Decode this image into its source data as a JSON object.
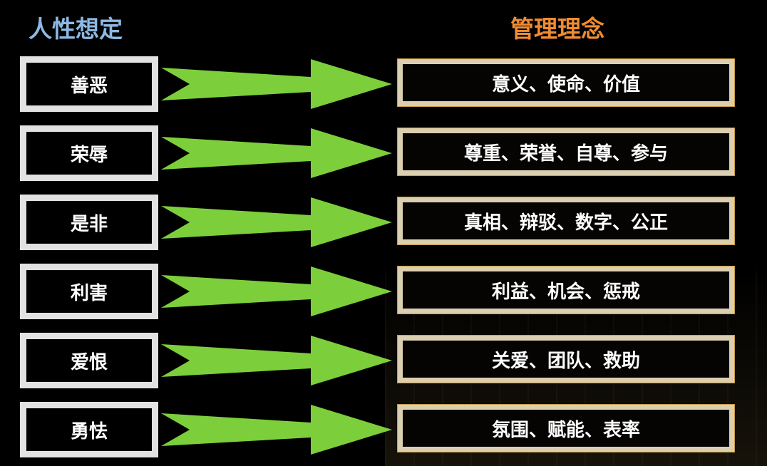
{
  "titles": {
    "left": "人性想定",
    "right": "管理理念"
  },
  "rows": [
    {
      "left": "善恶",
      "right": "意义、使命、价值"
    },
    {
      "left": "荣辱",
      "right": "尊重、荣誉、自尊、参与"
    },
    {
      "left": "是非",
      "right": "真相、辩驳、数字、公正"
    },
    {
      "left": "利害",
      "right": "利益、机会、惩戒"
    },
    {
      "left": "爱恨",
      "right": "关爱、团队、救助"
    },
    {
      "left": "勇怯",
      "right": "氛围、赋能、表率"
    }
  ],
  "colors": {
    "left_title": "#8db9e4",
    "right_title": "#f08c32",
    "arrow": "#7ccf3a"
  }
}
